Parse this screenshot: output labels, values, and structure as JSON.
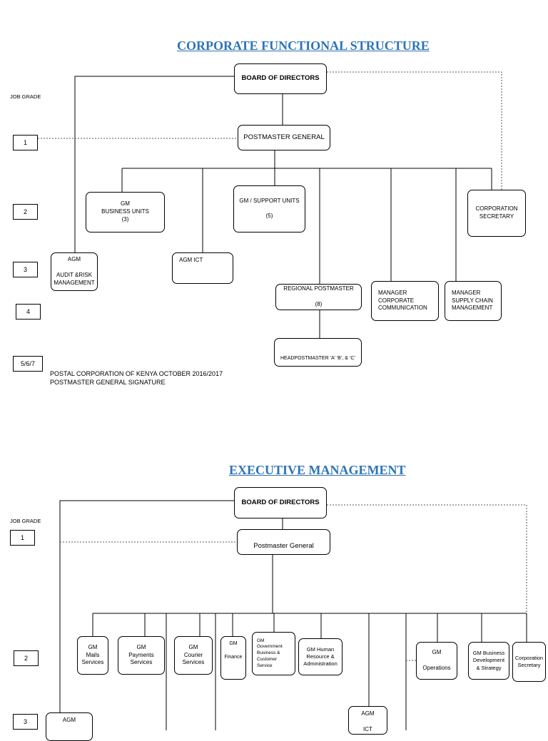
{
  "section1": {
    "title": "CORPORATE FUNCTIONAL STRUCTURE",
    "job_grade_label": "JOB GRADE",
    "grades": [
      "1",
      "2",
      "3",
      "4",
      "5/6/7"
    ],
    "boxes": {
      "board": "BOARD OF DIRECTORS",
      "postmaster": "POSTMASTER GENERAL",
      "gm_business": "GM\nBUSINESS   UNITS\n(3)",
      "gm_support": "GM / SUPPORT UNITS\n\n(5)",
      "corp_secretary": "CORPORATION\nSECRETARY",
      "agm_audit": "AGM\n\nAUDIT &RISK\nMANAGEMENT",
      "agm_ict": "AGM ICT",
      "regional_postmaster": "REGIONAL POSTMASTER\n\n(8)",
      "manager_corp_comm": "MANAGER\nCORPORATE\nCOMMUNICATION",
      "manager_supply": "MANAGER\nSUPPLY CHAIN\nMANAGEMENT",
      "headpostmaster": "HEADPOSTMASTER ‘A’ ‘B’, & ‘C’"
    },
    "footer": "POSTAL CORPORATION OF KENYA OCTOBER 2016/2017\nPOSTMASTER GENERAL SIGNATURE"
  },
  "section2": {
    "title": "EXECUTIVE MANAGEMENT",
    "job_grade_label": "JOB GRADE",
    "grades": [
      "1",
      "2",
      "3"
    ],
    "boxes": {
      "board": "BOARD OF DIRECTORS",
      "postmaster": "Postmaster General",
      "gm_mails": "GM\nMails\nServices",
      "gm_payments": "GM\nPayments\nServices",
      "gm_courier": "GM\nCourier\nServices",
      "gm_finance": "GM\n\nFinance",
      "gm_government": "GM\nGovernment\nBusiness &\nCustomer\nService",
      "gm_hr": "GM Human\nResource &\nAdministration",
      "gm_operations": "GM\n\nOperations",
      "gm_business_dev": "GM Business\nDevelopment\n& Strategy",
      "corp_secretary": "Corporation\nSecretary",
      "agm_ict": "AGM\n\nICT",
      "agm_left": "AGM"
    }
  }
}
